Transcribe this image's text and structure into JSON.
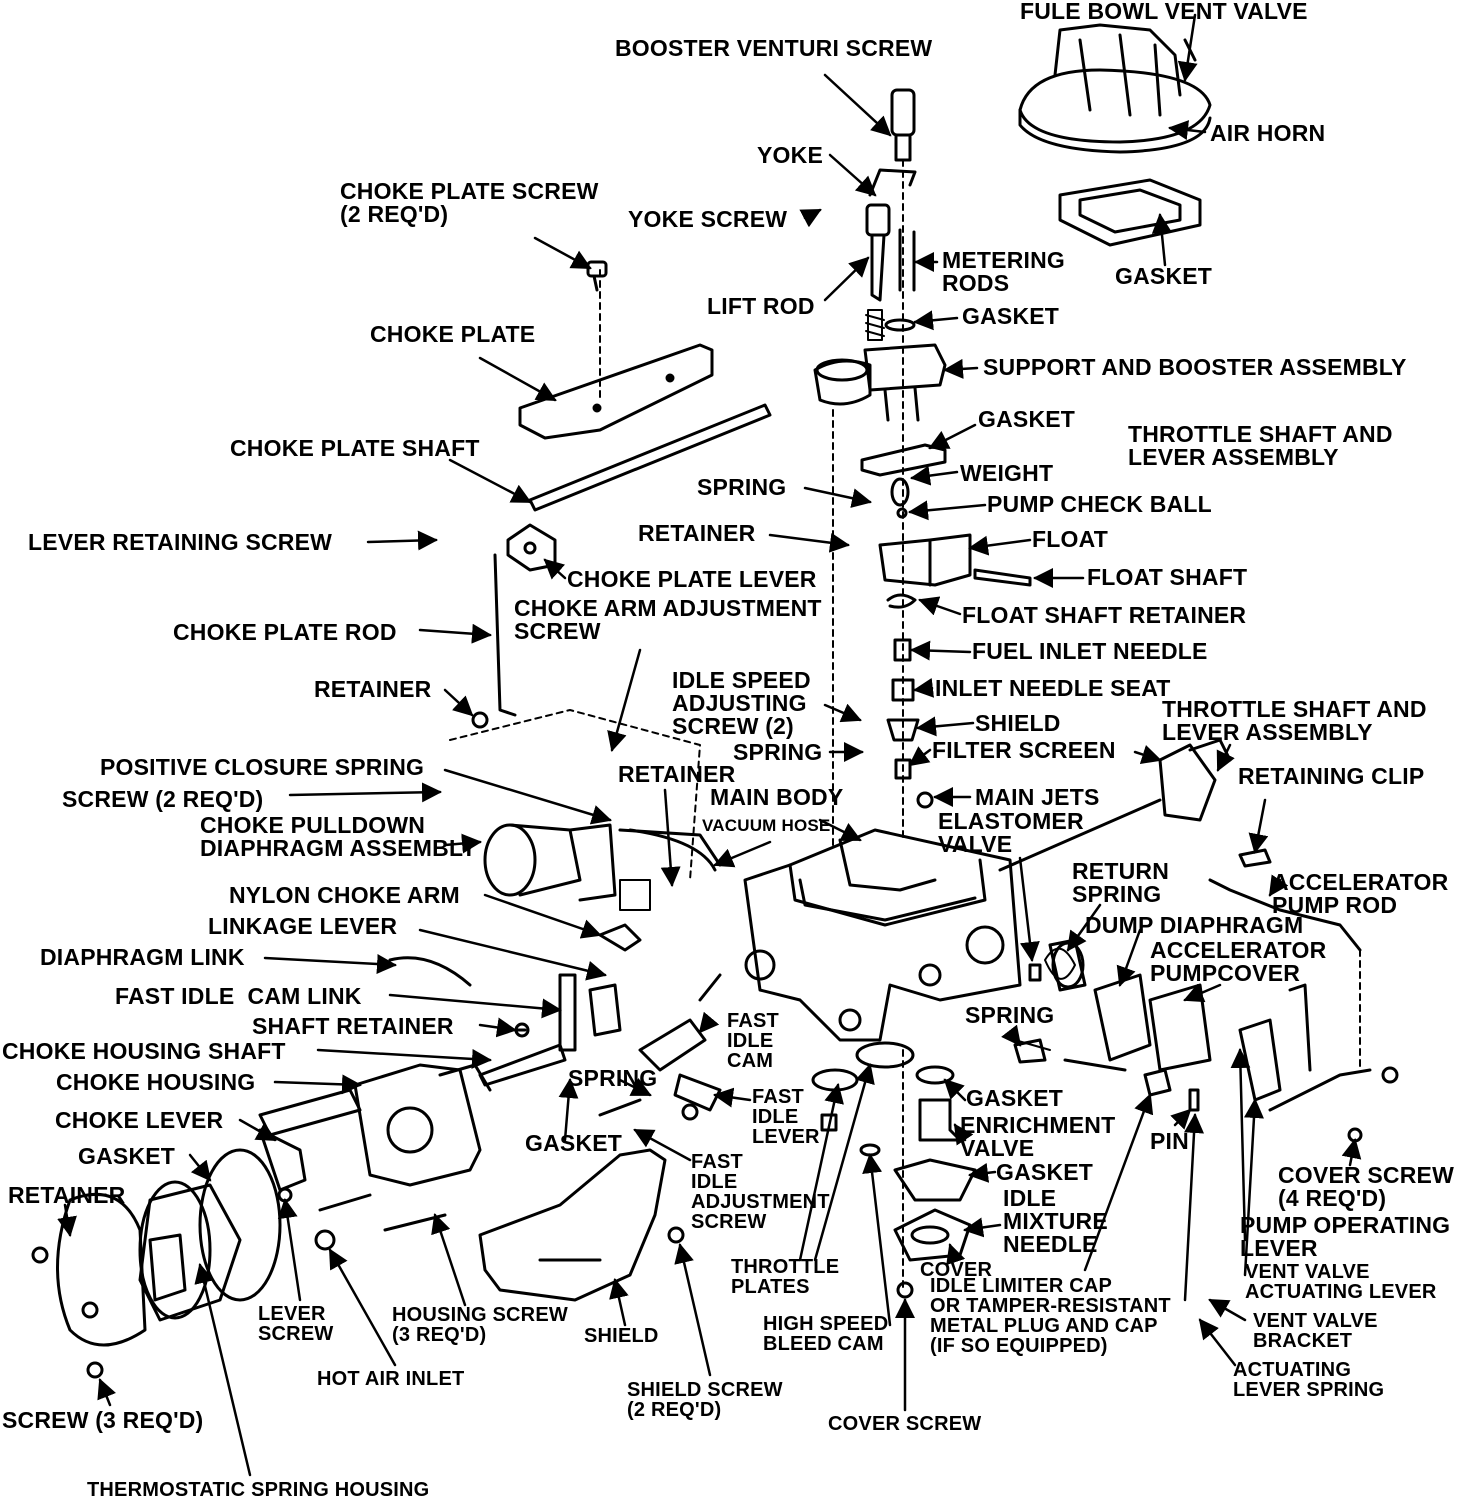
{
  "colors": {
    "ink": "#000000",
    "paper": "#ffffff"
  },
  "labels": {
    "fuel_bowl_vent_valve": "FULE BOWL VENT VALVE",
    "booster_venturi_screw": "BOOSTER VENTURI SCREW",
    "air_horn": "AIR HORN",
    "yoke": "YOKE",
    "choke_plate_screw": "CHOKE PLATE SCREW\n(2 REQ'D)",
    "yoke_screw": "YOKE SCREW",
    "metering_rods": "METERING\nRODS",
    "gasket_top": "GASKET",
    "lift_rod": "LIFT ROD",
    "gasket_2": "GASKET",
    "choke_plate": "CHOKE PLATE",
    "support_booster_assembly": "SUPPORT AND BOOSTER ASSEMBLY",
    "gasket_3": "GASKET",
    "throttle_shaft_lever_1": "THROTTLE SHAFT AND\nLEVER ASSEMBLY",
    "choke_plate_shaft": "CHOKE PLATE SHAFT",
    "weight": "WEIGHT",
    "spring_1": "SPRING",
    "pump_check_ball": "PUMP CHECK BALL",
    "lever_retaining_screw": "LEVER RETAINING SCREW",
    "retainer_1": "RETAINER",
    "float": "FLOAT",
    "choke_plate_lever": "CHOKE PLATE LEVER",
    "float_shaft": "FLOAT SHAFT",
    "choke_arm_adjustment_screw": "CHOKE ARM ADJUSTMENT\nSCREW",
    "float_shaft_retainer": "FLOAT SHAFT RETAINER",
    "choke_plate_rod": "CHOKE PLATE ROD",
    "fuel_inlet_needle": "FUEL INLET NEEDLE",
    "idle_speed_adjusting_screw": "IDLE SPEED\nADJUSTING\nSCREW (2)",
    "retainer_2": "RETAINER",
    "inlet_needle_seat": "INLET NEEDLE SEAT",
    "shield_1": "SHIELD",
    "throttle_shaft_lever_2": "THROTTLE SHAFT AND\nLEVER ASSEMBLY",
    "spring_2": "SPRING",
    "filter_screen": "FILTER SCREEN",
    "positive_closure_spring": "POSITIVE CLOSURE SPRING",
    "retainer_3": "RETAINER",
    "retaining_clip": "RETAINING CLIP",
    "screw_2_reqd": "SCREW (2 REQ'D)",
    "main_body": "MAIN BODY",
    "main_jets": "MAIN JETS",
    "choke_pulldown_diaphragm": "CHOKE PULLDOWN\nDIAPHRAGM ASSEMBLY",
    "vacuum_hose": "VACUUM HOSE",
    "elastomer_valve": "ELASTOMER\nVALVE",
    "return_spring": "RETURN\nSPRING",
    "accelerator_pump_rod": "ACCELERATOR\nPUMP ROD",
    "nylon_choke_arm": "NYLON CHOKE ARM",
    "dump_diaphragm": "DUMP DIAPHRAGM",
    "linkage_lever": "LINKAGE LEVER",
    "accelerator_pump_cover": "ACCELERATOR\nPUMPCOVER",
    "diaphragm_link": "DIAPHRAGM LINK",
    "fast_idle_cam_link": "FAST IDLE  CAM LINK",
    "spring_3": "SPRING",
    "shaft_retainer": "SHAFT RETAINER",
    "fast_idle_cam": "FAST\nIDLE\nCAM",
    "choke_housing_shaft": "CHOKE HOUSING SHAFT",
    "choke_housing": "CHOKE HOUSING",
    "spring_4": "SPRING",
    "fast_idle_lever": "FAST\nIDLE\nLEVER",
    "gasket_4": "GASKET",
    "choke_lever": "CHOKE LEVER",
    "enrichment_valve": "ENRICHMENT\nVALVE",
    "pin": "PIN",
    "gasket_5": "GASKET",
    "gasket_6": "GASKET",
    "fast_idle_adjustment_screw": "FAST\nIDLE\nADJUSTMENT\nSCREW",
    "gasket_7": "GASKET",
    "cover_screw_4": "COVER SCREW\n(4 REQ'D)",
    "retainer_4": "RETAINER",
    "idle_mixture_needle": "IDLE\nMIXTURE\nNEEDLE",
    "pump_operating_lever": "PUMP OPERATING\nLEVER",
    "cover": "COVER",
    "vent_valve_actuating_lever": "VENT VALVE\nACTUATING LEVER",
    "throttle_plates": "THROTTLE\nPLATES",
    "idle_limiter_cap": "IDLE LIMITER CAP\nOR TAMPER-RESISTANT\nMETAL PLUG AND CAP\n(IF SO EQUIPPED)",
    "lever_screw": "LEVER\nSCREW",
    "housing_screw": "HOUSING SCREW\n(3 REQ'D)",
    "shield_2": "SHIELD",
    "high_speed_bleed_cam": "HIGH SPEED\nBLEED CAM",
    "vent_valve_bracket": "VENT VALVE\nBRACKET",
    "actuating_lever_spring": "ACTUATING\nLEVER SPRING",
    "hot_air_inlet": "HOT AIR INLET",
    "shield_screw": "SHIELD SCREW\n(2 REQ'D)",
    "screw_3_reqd": "SCREW (3 REQ'D)",
    "cover_screw": "COVER SCREW",
    "thermostatic_spring_housing": "THERMOSTATIC SPRING HOUSING"
  }
}
